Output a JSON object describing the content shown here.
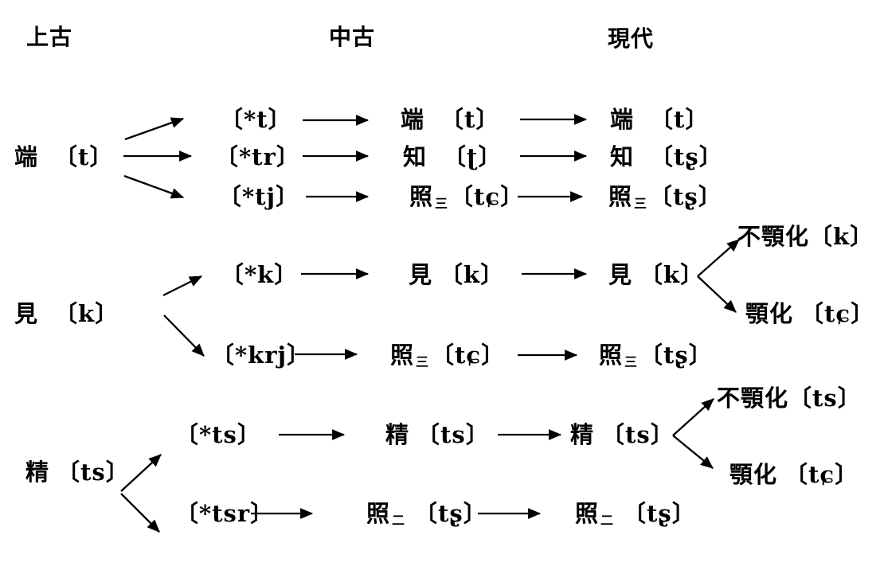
{
  "columns": {
    "old_chinese": "上古",
    "middle_chinese": "中古",
    "modern": "現代"
  },
  "lineages": [
    {
      "source": {
        "char": "端",
        "ipa": "〔t〕"
      },
      "branches": [
        {
          "reconstruction": "〔*t〕",
          "middle": {
            "char": "端",
            "subscript": "",
            "ipa": "〔t〕"
          },
          "modern": {
            "char": "端",
            "subscript": "",
            "ipa": "〔t〕"
          }
        },
        {
          "reconstruction": "〔*tr〕",
          "middle": {
            "char": "知",
            "subscript": "",
            "ipa": "〔ʈ〕"
          },
          "modern": {
            "char": "知",
            "subscript": "",
            "ipa": "〔tʂ〕"
          }
        },
        {
          "reconstruction": "〔*tj〕",
          "middle": {
            "char": "照",
            "subscript": "三",
            "ipa": "〔tɕ〕"
          },
          "modern": {
            "char": "照",
            "subscript": "三",
            "ipa": "〔tʂ〕"
          }
        }
      ]
    },
    {
      "source": {
        "char": "見",
        "ipa": "〔k〕"
      },
      "branches": [
        {
          "reconstruction": "〔*k〕",
          "middle": {
            "char": "見",
            "subscript": "",
            "ipa": "〔k〕"
          },
          "modern": {
            "char": "見",
            "subscript": "",
            "ipa": "〔k〕"
          },
          "outcomes": [
            {
              "label": "不顎化",
              "ipa": "〔k〕"
            },
            {
              "label": "顎化",
              "ipa": "〔tɕ〕"
            }
          ]
        },
        {
          "reconstruction": "〔*krj〕",
          "middle": {
            "char": "照",
            "subscript": "三",
            "ipa": "〔tɕ〕"
          },
          "modern": {
            "char": "照",
            "subscript": "三",
            "ipa": "〔tʂ〕"
          }
        }
      ]
    },
    {
      "source": {
        "char": "精",
        "ipa": "〔ts〕"
      },
      "branches": [
        {
          "reconstruction": "〔*ts〕",
          "middle": {
            "char": "精",
            "subscript": "",
            "ipa": "〔ts〕"
          },
          "modern": {
            "char": "精",
            "subscript": "",
            "ipa": "〔ts〕"
          },
          "outcomes": [
            {
              "label": "不顎化",
              "ipa": "〔ts〕"
            },
            {
              "label": "顎化",
              "ipa": "〔tɕ〕"
            }
          ]
        },
        {
          "reconstruction": "〔*tsr〕",
          "middle": {
            "char": "照",
            "subscript": "二",
            "ipa": "〔tʂ〕"
          },
          "modern": {
            "char": "照",
            "subscript": "二",
            "ipa": "〔tʂ〕"
          }
        }
      ]
    }
  ]
}
